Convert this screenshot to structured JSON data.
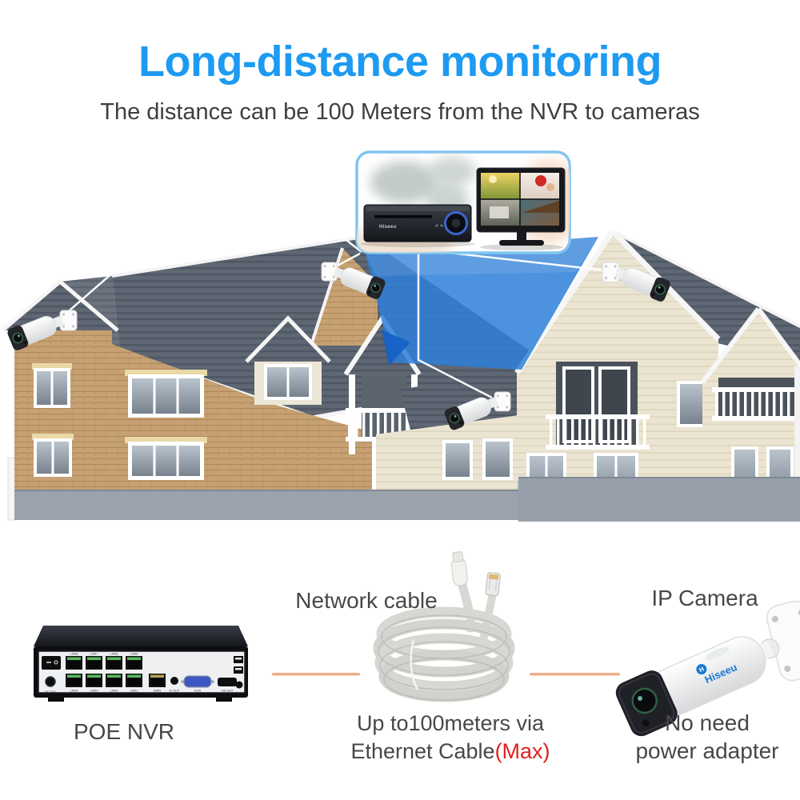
{
  "brand": "Hiseeu",
  "header": {
    "title": "Long-distance monitoring",
    "title_color": "#1d9af1",
    "subtitle": "The distance can be 100 Meters from the NVR to cameras",
    "subtitle_color": "#3e3e3e"
  },
  "scene": {
    "beam_color": "#2e7fd8",
    "camera_count": "4"
  },
  "products": {
    "nvr": {
      "caption": "POE NVR",
      "ports": {
        "lan_top": [
          "LAN8",
          "LAN7",
          "LAN6",
          "LAN5"
        ],
        "lan_bottom": [
          "LAN4",
          "LAN3",
          "LAN2",
          "LAN1"
        ],
        "wan": "WAN",
        "aout": "A-OUT",
        "vga": "VGA",
        "hd": "HD port",
        "dc": "DC 52V"
      }
    },
    "cable": {
      "label": "Network cable",
      "caption_line1": "Up to100meters via",
      "caption_line2": "Ethernet Cable",
      "caption_line2_highlight": "(Max)",
      "highlight_color": "#e02020"
    },
    "camera": {
      "label": "IP Camera",
      "caption_line1": "No need",
      "caption_line2": "power adapter"
    }
  },
  "colors": {
    "divider": "#edae88",
    "caption_text": "#474747",
    "hub_border": "#7fc5f0"
  }
}
